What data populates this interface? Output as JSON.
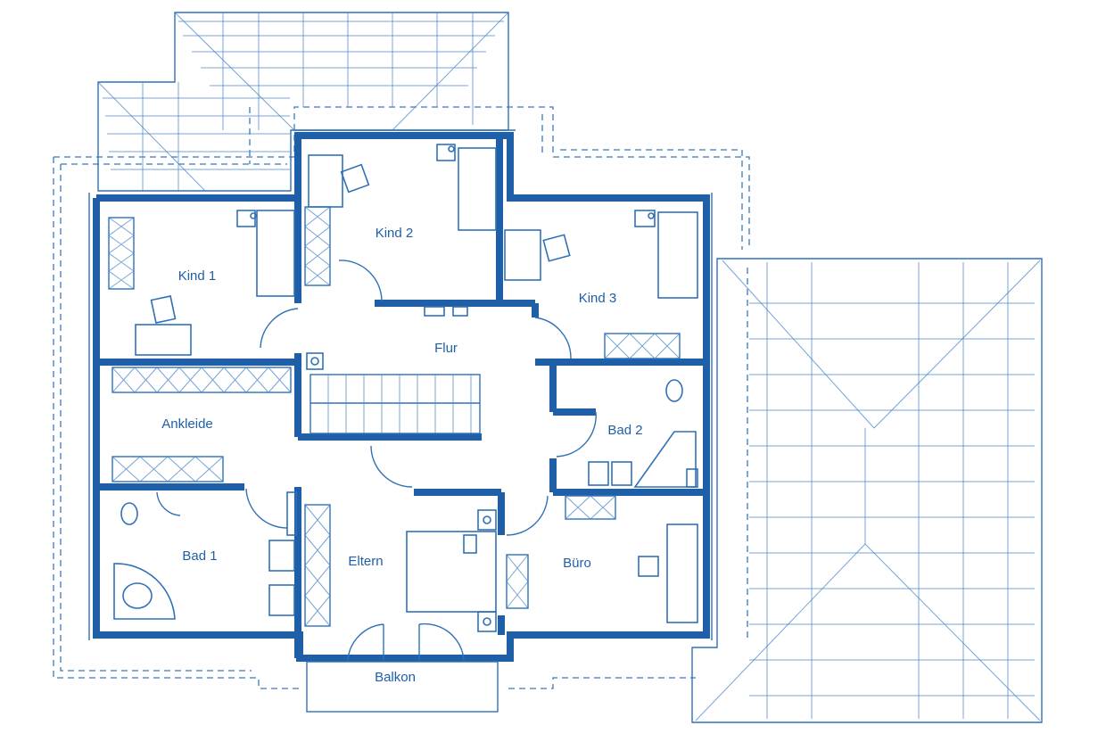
{
  "plan": {
    "rooms": {
      "kind1": "Kind 1",
      "kind2": "Kind 2",
      "kind3": "Kind 3",
      "flur": "Flur",
      "ankleide": "Ankleide",
      "bad1": "Bad 1",
      "bad2": "Bad 2",
      "eltern": "Eltern",
      "buero": "Büro",
      "balkon": "Balkon"
    },
    "colors": {
      "ink": "#1f5fa8",
      "line": "#2f71b8",
      "sketch": "#4a86c8",
      "paper": "#ffffff"
    }
  }
}
